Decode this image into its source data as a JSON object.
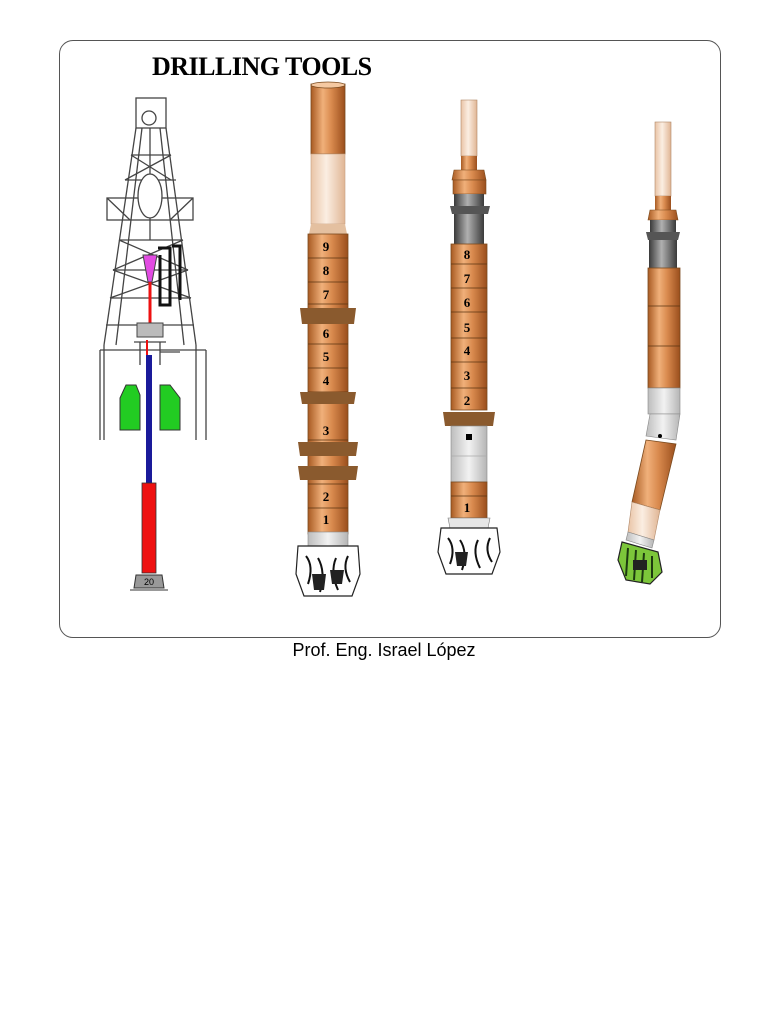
{
  "title": "DRILLING TOOLS",
  "credit": "Prof. Eng. Israel López",
  "rig_tag": "20",
  "string_2_labels": [
    "9",
    "8",
    "7",
    "6",
    "5",
    "4",
    "3",
    "2",
    "1"
  ],
  "string_3_labels": [
    "8",
    "7",
    "6",
    "5",
    "4",
    "3",
    "2",
    "1"
  ],
  "colors": {
    "pipe": "#d98a4e",
    "pipe_light": "#f3d9c4",
    "stabilizer": "#8a5a2e",
    "steel": "#777777",
    "green_bit": "#7cc63a",
    "red": "#ee1111",
    "blue": "#1a1a9a",
    "green_tank": "#22cc22",
    "magenta": "#e24be2"
  },
  "icons": [
    "derrick-icon",
    "drill-bit-icon",
    "stabilizer-icon"
  ]
}
